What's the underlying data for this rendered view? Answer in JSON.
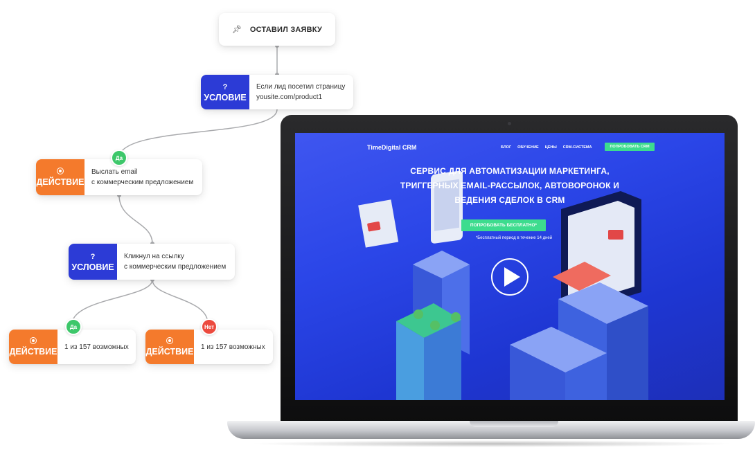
{
  "flow": {
    "trigger": {
      "label": "ОСТАВИЛ ЗАЯВКУ",
      "icon": "pin-icon"
    },
    "condition1": {
      "tag_glyph": "?",
      "tag_label": "УСЛОВИЕ",
      "text_line1": "Если лид посетил страницу",
      "text_line2": "yousite.com/product1"
    },
    "badge_yes_1": "Да",
    "action1": {
      "tag_label": "ДЕЙСТВИЕ",
      "text_line1": "Выслать email",
      "text_line2": "с коммерческим предложением"
    },
    "condition2": {
      "tag_glyph": "?",
      "tag_label": "УСЛОВИЕ",
      "text_line1": "Кликнул на ссылку",
      "text_line2": "с коммерческим предложением"
    },
    "badge_yes_2": "Да",
    "badge_no": "Нет",
    "action_yes": {
      "tag_label": "ДЕЙСТВИЕ",
      "text": "1 из 157 возможных"
    },
    "action_no": {
      "tag_label": "ДЕЙСТВИЕ",
      "text": "1 из 157 возможных"
    }
  },
  "site": {
    "logo": "TimeDigital CRM",
    "nav": [
      "БЛОГ",
      "ОБУЧЕНИЕ",
      "ЦЕНЫ",
      "CRM-СИСТЕМА"
    ],
    "nav_cta": "ПОПРОБОВАТЬ CRM",
    "hero": [
      "СЕРВИС ДЛЯ АВТОМАТИЗАЦИИ МАРКЕТИНГА,",
      "ТРИГГЕРНЫХ EMAIL-РАССЫЛОК, АВТОВОРОНОК И",
      "ВЕДЕНИЯ СДЕЛОК В CRM"
    ],
    "hero_cta": "ПОПРОБОВАТЬ БЕСПЛАТНО*",
    "trial_note": "*Бесплатный период в течение 14 дней"
  },
  "colors": {
    "condition_blue": "#2c3bd6",
    "action_orange": "#f47a2c",
    "yes_green": "#3dc76a",
    "no_red": "#ec4a3e",
    "cta_green": "#3ddc8e",
    "screen_blue": "#2b46e8"
  }
}
